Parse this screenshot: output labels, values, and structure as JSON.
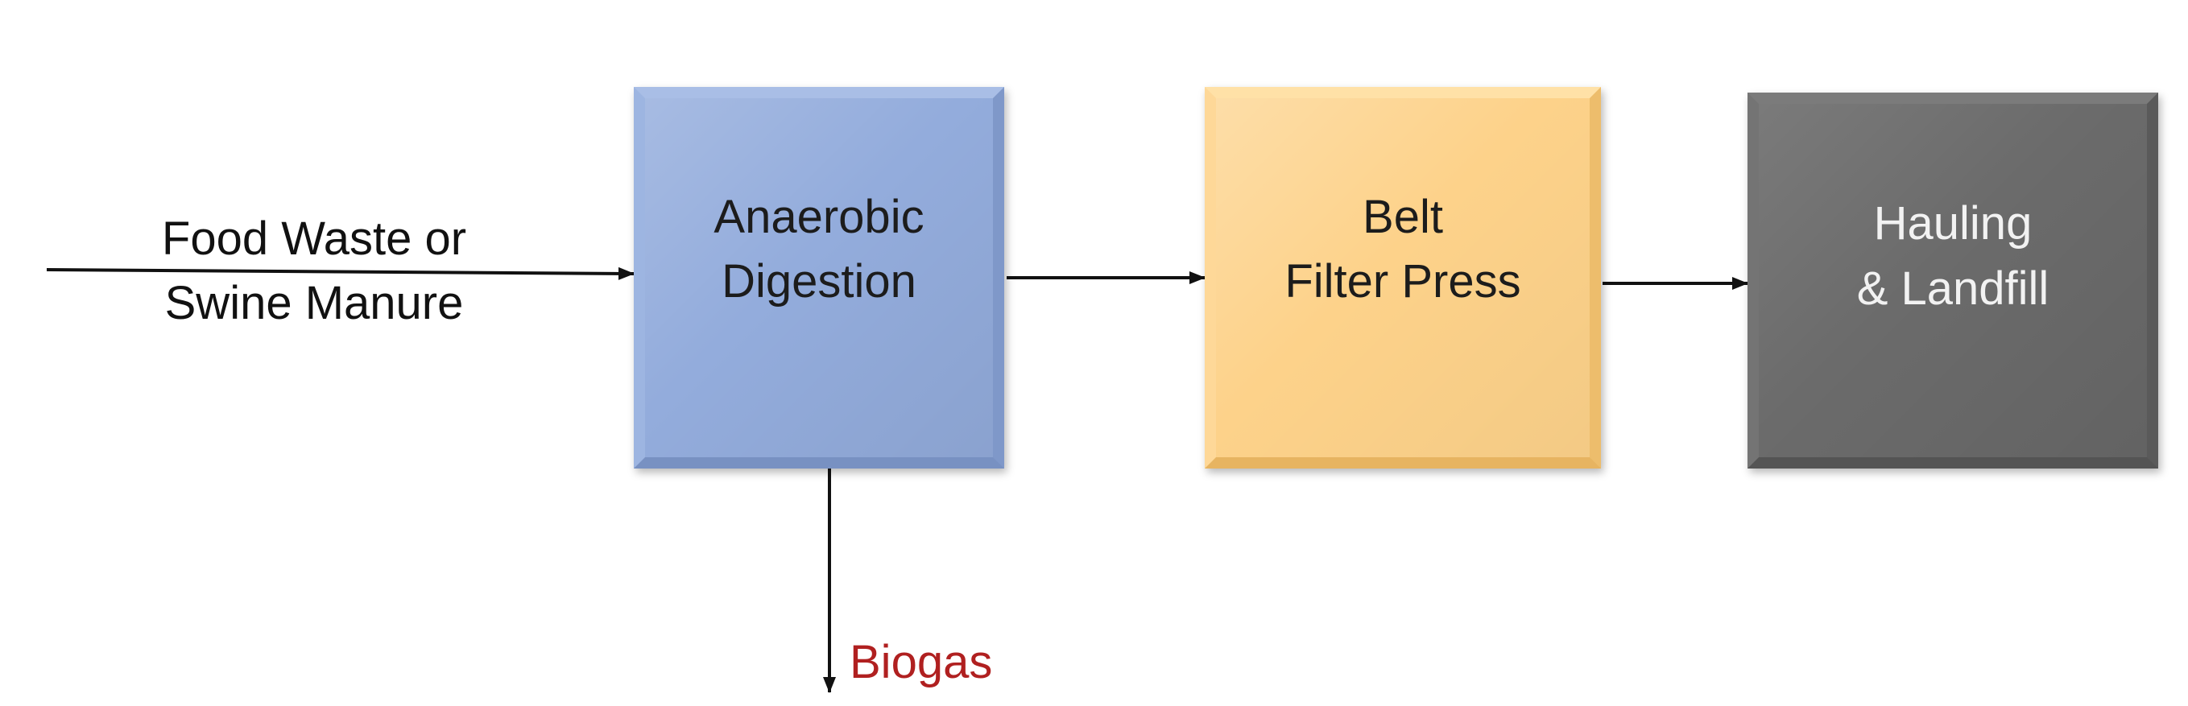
{
  "diagram": {
    "input": {
      "line1": "Food Waste or",
      "line2": "Swine Manure"
    },
    "stages": [
      {
        "line1": "Anaerobic",
        "line2": "Digestion",
        "color": "#93acdc"
      },
      {
        "line1": "Belt",
        "line2": "Filter Press",
        "color": "#fdd28a"
      },
      {
        "line1": "Hauling",
        "line2": "& Landfill",
        "color": "#6b6b6b"
      }
    ],
    "output": {
      "label": "Biogas",
      "color": "#b02020"
    },
    "arrow_color": "#111111"
  }
}
